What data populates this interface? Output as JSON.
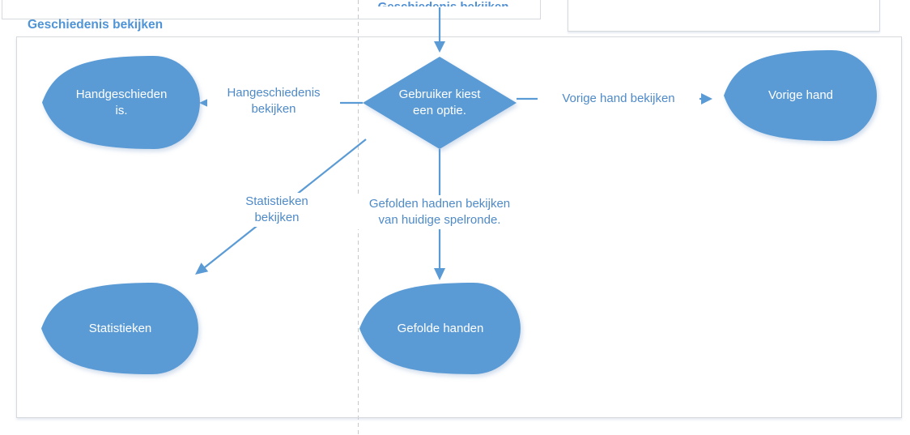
{
  "section_title": "Geschiedenis bekijken",
  "top_clipped_label": "Geschiedenis bekijken",
  "colors": {
    "shape_fill": "#5b9bd5",
    "connector": "#5b9bd5",
    "edge_label_text": "#4e8ac8",
    "heading_text": "#4f94d6",
    "box_border": "#d6d9de",
    "dashed_guide": "#c6c8cb",
    "node_text": "#ffffff"
  },
  "diagram": {
    "decision": {
      "line1": "Gebruiker kiest",
      "line2": "een optie."
    },
    "nodes": [
      {
        "id": "hand-history",
        "line1": "Handgeschieden",
        "line2": "is."
      },
      {
        "id": "previous-hand",
        "line1": "Vorige hand",
        "line2": ""
      },
      {
        "id": "statistics",
        "line1": "Statistieken",
        "line2": ""
      },
      {
        "id": "folded-hands",
        "line1": "Gefolde handen",
        "line2": ""
      }
    ],
    "edges": [
      {
        "id": "view-hand-history",
        "line1": "Hangeschiedenis",
        "line2": "bekijken"
      },
      {
        "id": "view-previous-hand",
        "line1": "Vorige hand bekijken",
        "line2": ""
      },
      {
        "id": "view-statistics",
        "line1": "Statistieken",
        "line2": "bekijken"
      },
      {
        "id": "view-folded-hands",
        "line1": "Gefolden hadnen bekijken",
        "line2": "van huidige spelronde."
      }
    ]
  }
}
